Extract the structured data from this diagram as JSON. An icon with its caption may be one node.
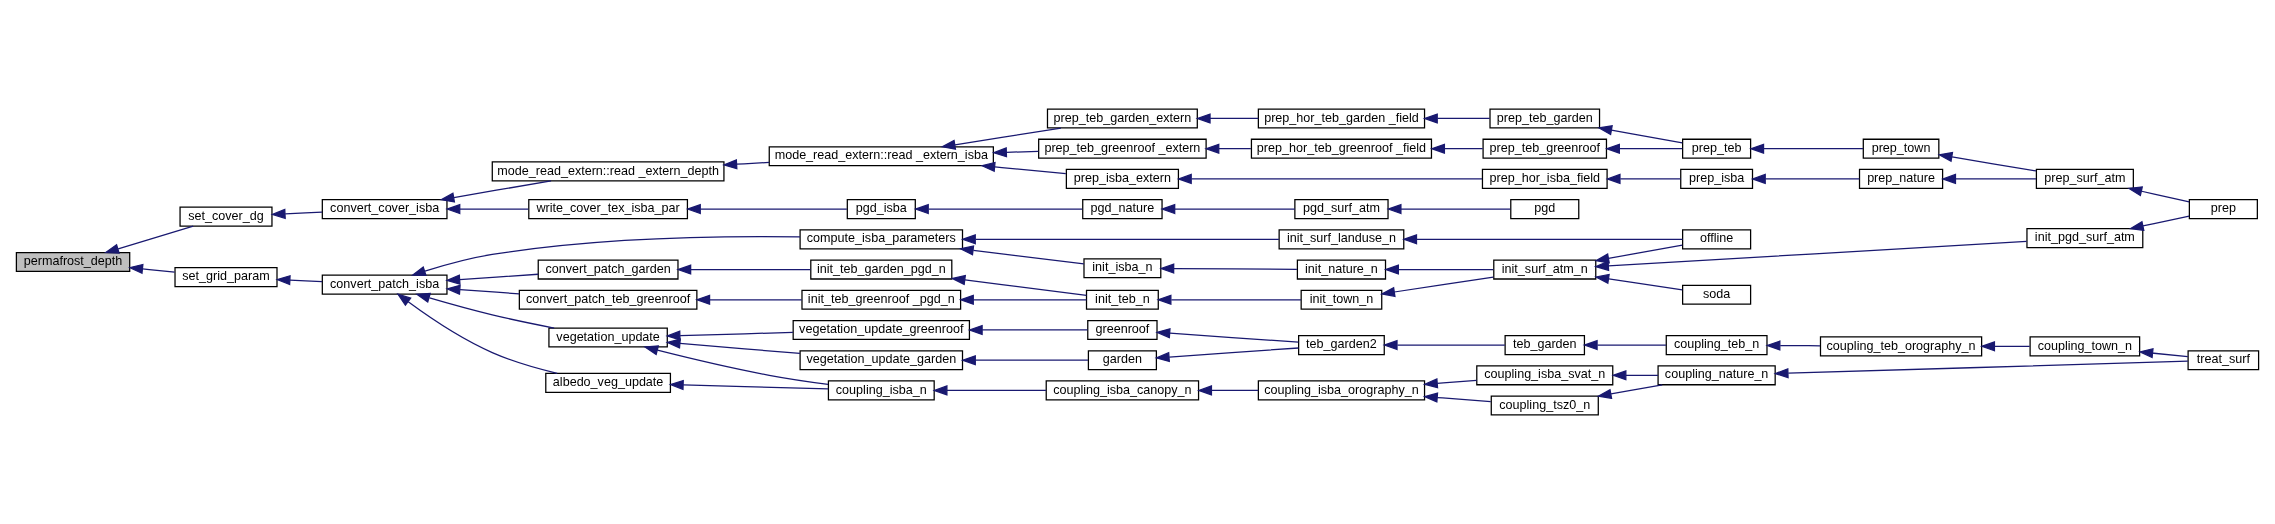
{
  "diagram": {
    "nodes": [
      {
        "text": [
          "permafrost_depth"
        ]
      },
      {
        "text": [
          "set_cover_dg"
        ]
      },
      {
        "text": [
          "set_grid_param"
        ]
      },
      {
        "text": [
          "convert_cover_isba"
        ]
      },
      {
        "text": [
          "convert_patch_isba"
        ]
      },
      {
        "text": [
          "write_cover_tex_isba_par"
        ]
      },
      {
        "text": [
          "mode_read_extern::read _extern_depth"
        ]
      },
      {
        "text": [
          "convert_patch_garden"
        ]
      },
      {
        "text": [
          "convert_patch_teb_greenroof"
        ]
      },
      {
        "text": [
          "albedo_veg_update"
        ]
      },
      {
        "text": [
          "vegetation_update"
        ]
      },
      {
        "text": [
          "pgd_isba"
        ]
      },
      {
        "text": [
          "mode_read_extern::read _extern_isba"
        ]
      },
      {
        "text": [
          "init_teb_garden_pgd_n"
        ]
      },
      {
        "text": [
          "init_teb_greenroof _pgd_n"
        ]
      },
      {
        "text": [
          "compute_isba_parameters"
        ]
      },
      {
        "text": [
          "coupling_isba_n"
        ]
      },
      {
        "text": [
          "vegetation_update_greenroof"
        ]
      },
      {
        "text": [
          "vegetation_update_garden"
        ]
      },
      {
        "text": [
          "pgd_nature"
        ]
      },
      {
        "text": [
          "prep_teb_greenroof _extern"
        ]
      },
      {
        "text": [
          "prep_teb_garden_extern"
        ]
      },
      {
        "text": [
          "prep_isba_extern"
        ]
      },
      {
        "text": [
          "init_teb_n"
        ]
      },
      {
        "text": [
          "init_isba_n"
        ]
      },
      {
        "text": [
          "coupling_isba_canopy_n"
        ]
      },
      {
        "text": [
          "greenroof"
        ]
      },
      {
        "text": [
          "garden"
        ]
      },
      {
        "text": [
          "pgd_surf_atm"
        ]
      },
      {
        "text": [
          "prep_hor_teb_greenroof _field"
        ]
      },
      {
        "text": [
          "prep_hor_teb_garden _field"
        ]
      },
      {
        "text": [
          "prep_hor_isba_field"
        ]
      },
      {
        "text": [
          "init_town_n"
        ]
      },
      {
        "text": [
          "init_nature_n"
        ]
      },
      {
        "text": [
          "init_surf_landuse_n"
        ]
      },
      {
        "text": [
          "coupling_isba_orography_n"
        ]
      },
      {
        "text": [
          "teb_garden2"
        ]
      },
      {
        "text": [
          "pgd"
        ]
      },
      {
        "text": [
          "prep_teb_greenroof"
        ]
      },
      {
        "text": [
          "prep_teb_garden"
        ]
      },
      {
        "text": [
          "prep_isba"
        ]
      },
      {
        "text": [
          "init_surf_atm_n"
        ]
      },
      {
        "text": [
          "coupling_isba_svat_n"
        ]
      },
      {
        "text": [
          "coupling_tsz0_n"
        ]
      },
      {
        "text": [
          "teb_garden"
        ]
      },
      {
        "text": [
          "prep_teb"
        ]
      },
      {
        "text": [
          "soda"
        ]
      },
      {
        "text": [
          "offline"
        ]
      },
      {
        "text": [
          "coupling_nature_n"
        ]
      },
      {
        "text": [
          "coupling_teb_n"
        ]
      },
      {
        "text": [
          "prep_town"
        ]
      },
      {
        "text": [
          "prep_nature"
        ]
      },
      {
        "text": [
          "coupling_teb_orography_n"
        ]
      },
      {
        "text": [
          "prep_surf_atm"
        ]
      },
      {
        "text": [
          "init_pgd_surf_atm"
        ]
      },
      {
        "text": [
          "coupling_town_n"
        ]
      },
      {
        "text": [
          "prep"
        ]
      },
      {
        "text": [
          "treat_surf"
        ]
      }
    ],
    "edges": [
      {
        "from": 1,
        "to": 0,
        "arrow": "to"
      },
      {
        "from": 2,
        "to": 0,
        "arrow": "to"
      },
      {
        "from": 3,
        "to": 1,
        "arrow": "to"
      },
      {
        "from": 4,
        "to": 2,
        "arrow": "to"
      },
      {
        "from": 5,
        "to": 3,
        "arrow": "to"
      },
      {
        "from": 6,
        "to": 3,
        "arrow": "to"
      },
      {
        "from": 7,
        "to": 4,
        "arrow": "to"
      },
      {
        "from": 8,
        "to": 4,
        "arrow": "to"
      },
      {
        "from": 15,
        "to": 4,
        "arrow": "to"
      },
      {
        "from": 9,
        "to": 4,
        "arrow": "to"
      },
      {
        "from": 10,
        "to": 4,
        "arrow": "to"
      },
      {
        "from": 11,
        "to": 5,
        "arrow": "to"
      },
      {
        "from": 12,
        "to": 6,
        "arrow": "to"
      },
      {
        "from": 13,
        "to": 7,
        "arrow": "to"
      },
      {
        "from": 14,
        "to": 8,
        "arrow": "to"
      },
      {
        "from": 16,
        "to": 9,
        "arrow": "to"
      },
      {
        "from": 16,
        "to": 10,
        "arrow": "to"
      },
      {
        "from": 17,
        "to": 10,
        "arrow": "to"
      },
      {
        "from": 18,
        "to": 10,
        "arrow": "to"
      },
      {
        "from": 19,
        "to": 11,
        "arrow": "to"
      },
      {
        "from": 20,
        "to": 12,
        "arrow": "to"
      },
      {
        "from": 21,
        "to": 12,
        "arrow": "to"
      },
      {
        "from": 22,
        "to": 12,
        "arrow": "to"
      },
      {
        "from": 23,
        "to": 13,
        "arrow": "to"
      },
      {
        "from": 23,
        "to": 14,
        "arrow": "to"
      },
      {
        "from": 24,
        "to": 15,
        "arrow": "to"
      },
      {
        "from": 34,
        "to": 15,
        "arrow": "to"
      },
      {
        "from": 25,
        "to": 16,
        "arrow": "to"
      },
      {
        "from": 26,
        "to": 17,
        "arrow": "to"
      },
      {
        "from": 27,
        "to": 18,
        "arrow": "to"
      },
      {
        "from": 28,
        "to": 19,
        "arrow": "to"
      },
      {
        "from": 29,
        "to": 20,
        "arrow": "to"
      },
      {
        "from": 30,
        "to": 21,
        "arrow": "to"
      },
      {
        "from": 31,
        "to": 22,
        "arrow": "to"
      },
      {
        "from": 32,
        "to": 23,
        "arrow": "to"
      },
      {
        "from": 33,
        "to": 24,
        "arrow": "to"
      },
      {
        "from": 47,
        "to": 34,
        "arrow": "to"
      },
      {
        "from": 35,
        "to": 25,
        "arrow": "to"
      },
      {
        "from": 36,
        "to": 26,
        "arrow": "to"
      },
      {
        "from": 36,
        "to": 27,
        "arrow": "to"
      },
      {
        "from": 37,
        "to": 28,
        "arrow": "to"
      },
      {
        "from": 38,
        "to": 29,
        "arrow": "to"
      },
      {
        "from": 39,
        "to": 30,
        "arrow": "to"
      },
      {
        "from": 40,
        "to": 31,
        "arrow": "to"
      },
      {
        "from": 41,
        "to": 32,
        "arrow": "to"
      },
      {
        "from": 41,
        "to": 33,
        "arrow": "to"
      },
      {
        "from": 42,
        "to": 35,
        "arrow": "to"
      },
      {
        "from": 43,
        "to": 35,
        "arrow": "to"
      },
      {
        "from": 44,
        "to": 36,
        "arrow": "to"
      },
      {
        "from": 45,
        "to": 38,
        "arrow": "to"
      },
      {
        "from": 45,
        "to": 39,
        "arrow": "to"
      },
      {
        "from": 51,
        "to": 40,
        "arrow": "to"
      },
      {
        "from": 54,
        "to": 41,
        "arrow": "to"
      },
      {
        "from": 46,
        "to": 41,
        "arrow": "to"
      },
      {
        "from": 47,
        "to": 41,
        "arrow": "to"
      },
      {
        "from": 48,
        "to": 42,
        "arrow": "to"
      },
      {
        "from": 48,
        "to": 43,
        "arrow": "to"
      },
      {
        "from": 49,
        "to": 44,
        "arrow": "to"
      },
      {
        "from": 50,
        "to": 45,
        "arrow": "to"
      },
      {
        "from": 53,
        "to": 50,
        "arrow": "to"
      },
      {
        "from": 53,
        "to": 51,
        "arrow": "to"
      },
      {
        "from": 52,
        "to": 49,
        "arrow": "to"
      },
      {
        "from": 55,
        "to": 52,
        "arrow": "to"
      },
      {
        "from": 56,
        "to": 53,
        "arrow": "to"
      },
      {
        "from": 56,
        "to": 54,
        "arrow": "to"
      },
      {
        "from": 57,
        "to": 48,
        "arrow": "to"
      },
      {
        "from": 57,
        "to": 55,
        "arrow": "to"
      }
    ]
  }
}
